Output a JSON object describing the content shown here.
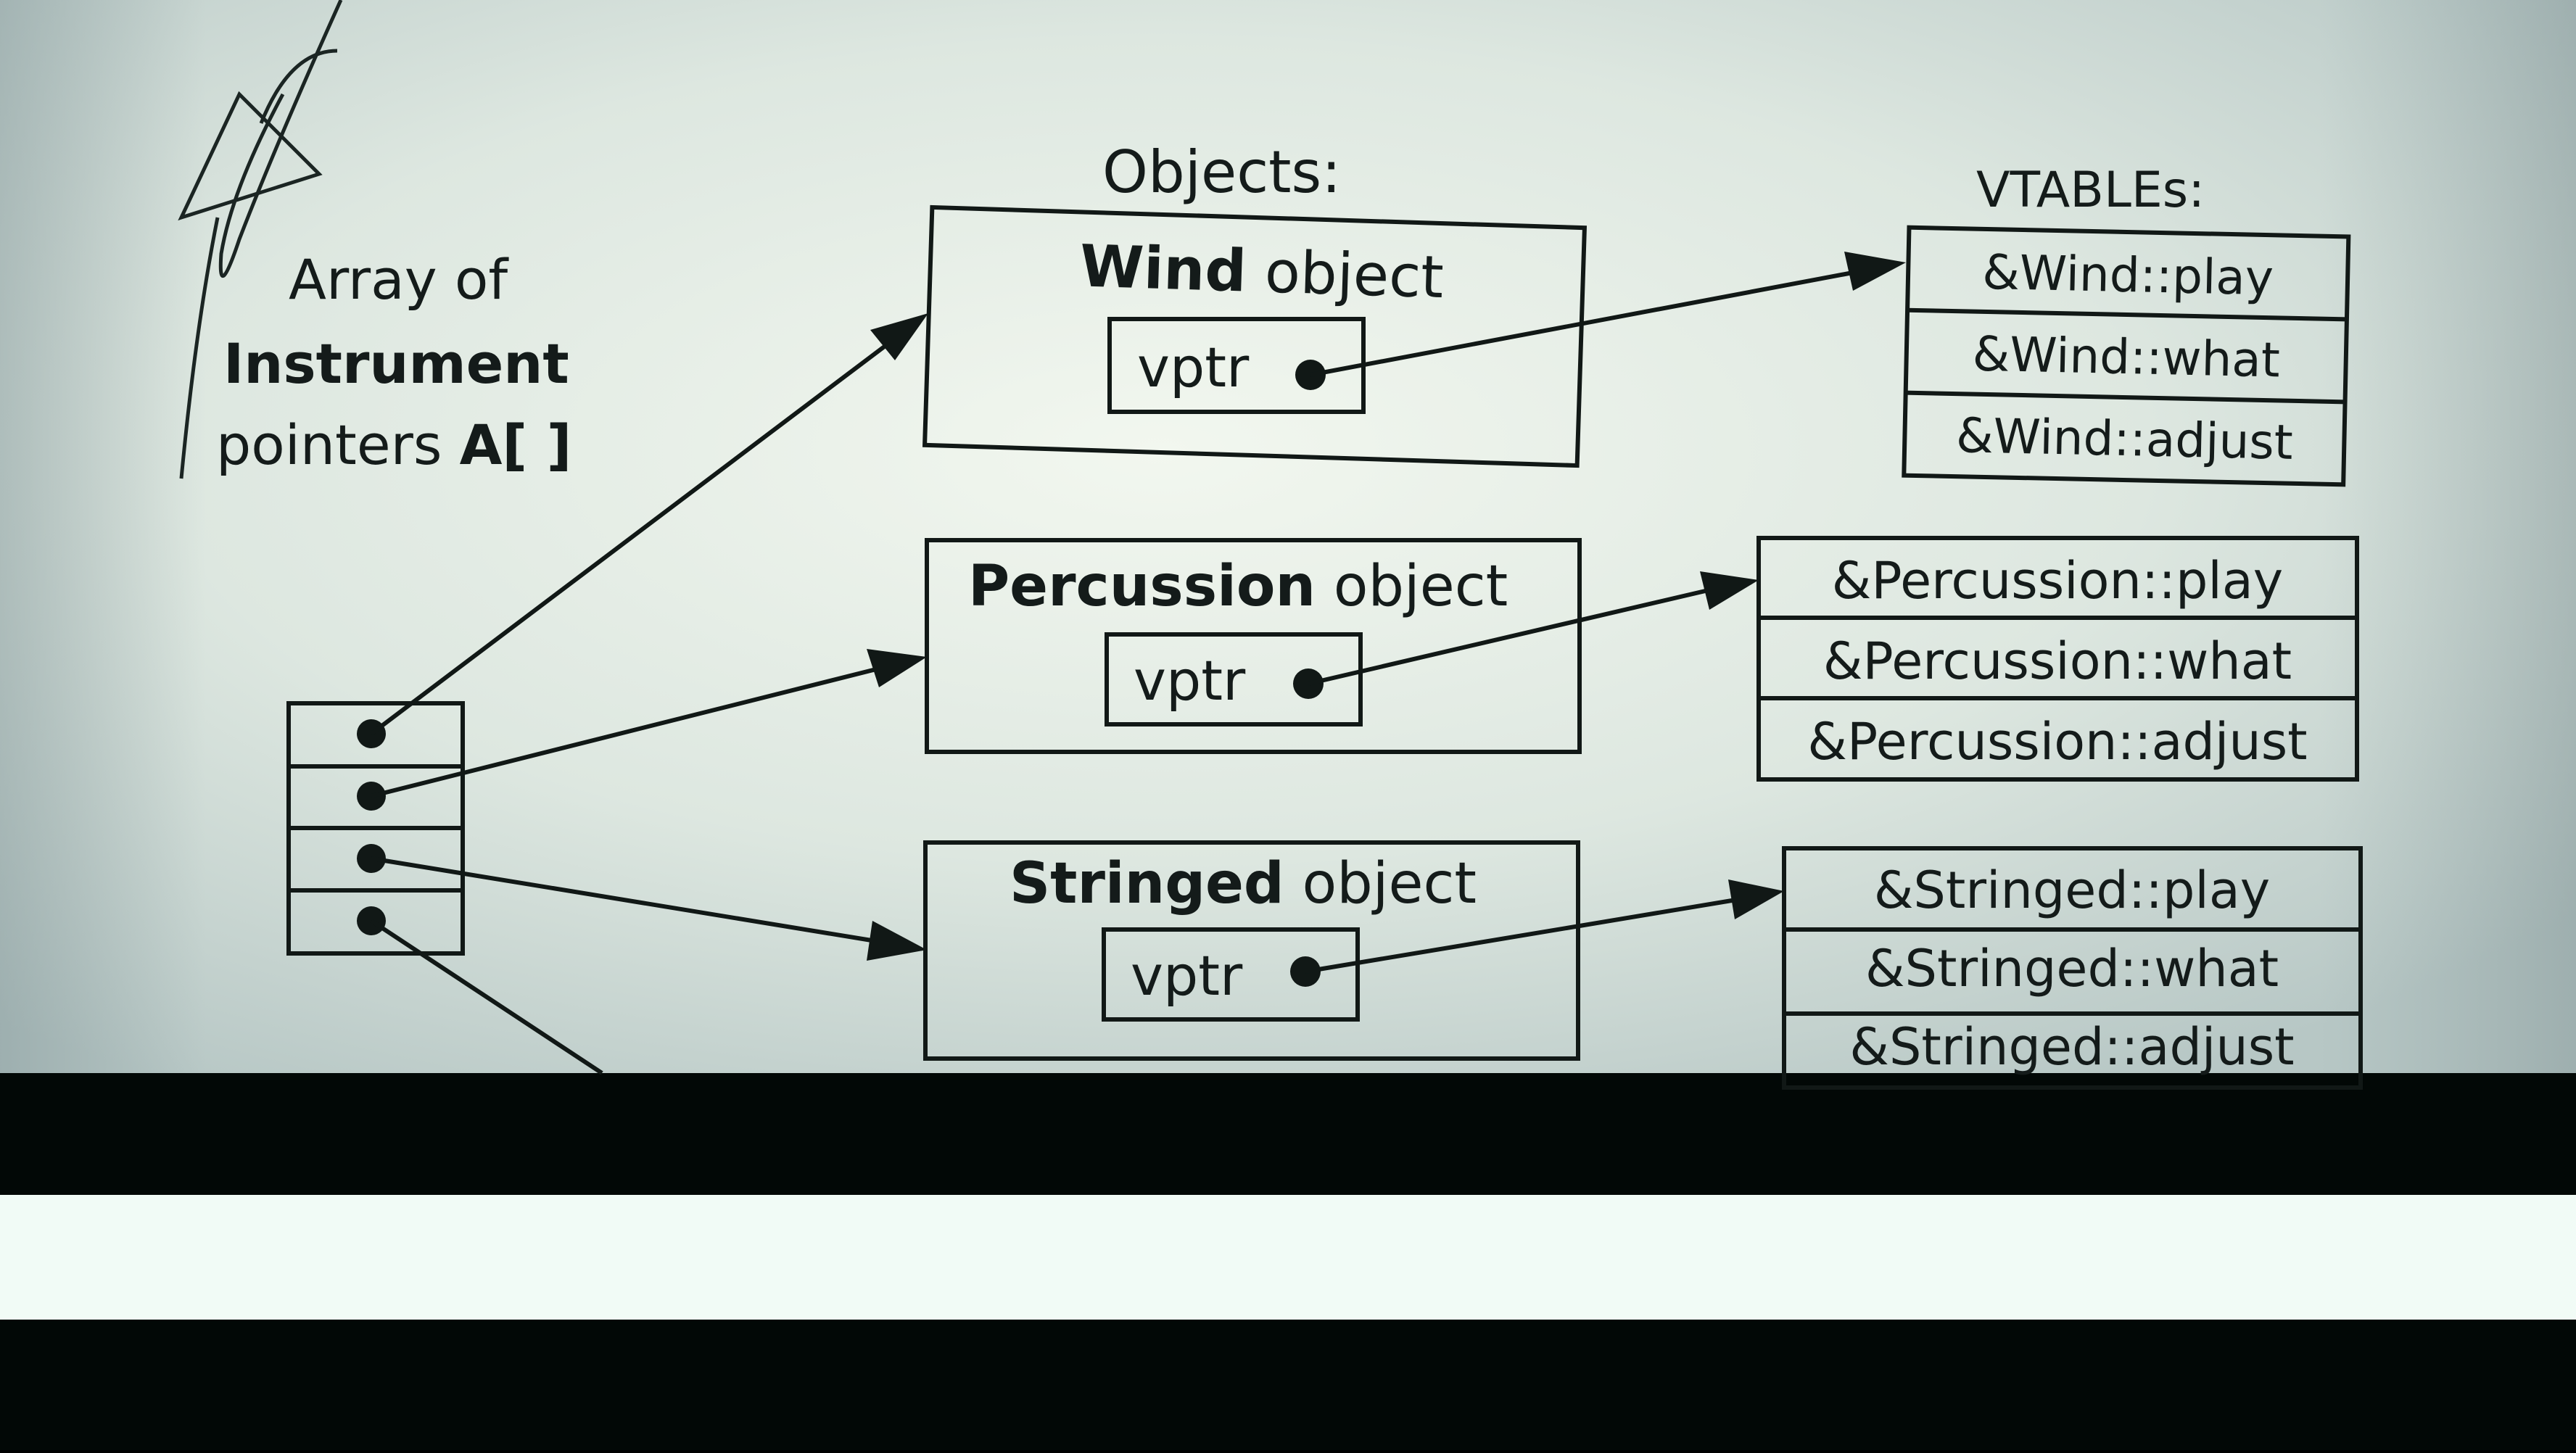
{
  "diagram": {
    "objects_heading": "Objects:",
    "vtables_heading": "VTABLEs:",
    "array_label": {
      "line1": "Array of",
      "line2": "Instrument",
      "line3_prefix": "pointers ",
      "line3_bold": "A[ ]"
    },
    "objects": [
      {
        "name_bold": "Wind",
        "name_suffix": " object",
        "field": "vptr"
      },
      {
        "name_bold": "Percussion",
        "name_suffix": " object",
        "field": "vptr"
      },
      {
        "name_bold": "Stringed",
        "name_suffix": " object",
        "field": "vptr"
      }
    ],
    "vtables": [
      {
        "entries": [
          "&Wind::play",
          "&Wind::what",
          "&Wind::adjust"
        ]
      },
      {
        "entries": [
          "&Percussion::play",
          "&Percussion::what",
          "&Percussion::adjust"
        ]
      },
      {
        "entries": [
          "&Stringed::play",
          "&Stringed::what",
          "&Stringed::adjust"
        ]
      }
    ]
  },
  "colors": {
    "paper": "#dfe8e2",
    "ink": "#111816",
    "dark_band": "#020806",
    "light_band": "#f1fbf6"
  }
}
